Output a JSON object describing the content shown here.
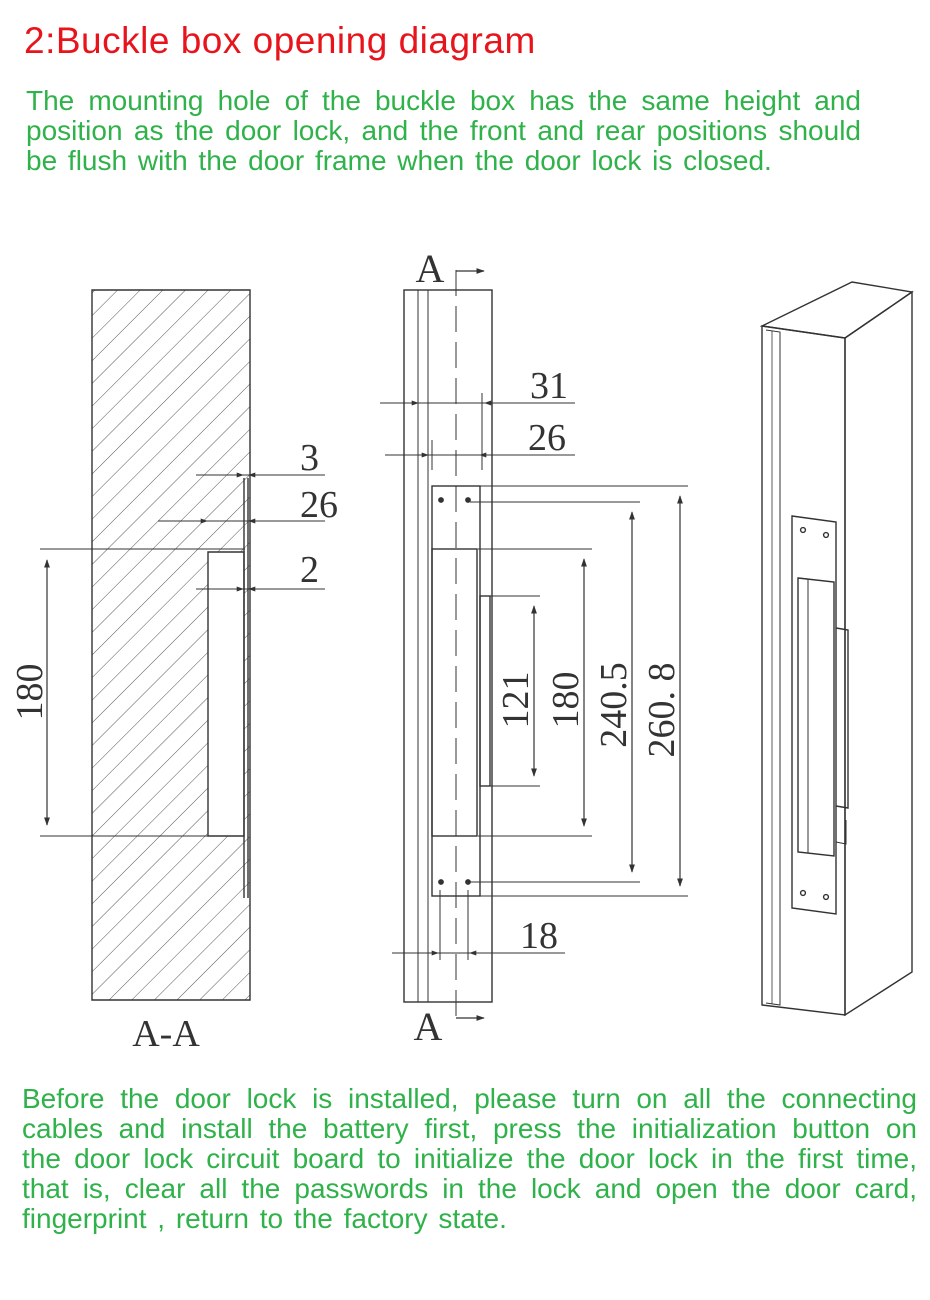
{
  "heading": "2:Buckle box opening diagram",
  "intro": "The mounting hole of the buckle box has the same height and position as the door lock, and the front and rear positions should be flush with the door frame when the door lock is closed.",
  "note": "Before the door lock is installed, please turn on all the connecting cables and install the battery first, press the initialization button on the door lock circuit board to initialize the door lock in the first time, that is, clear all the passwords in the lock and open the door card, fingerprint , return to the factory state.",
  "colors": {
    "heading": "#e8141c",
    "text": "#2fb24a",
    "line": "#333333"
  },
  "section_view": {
    "caption": "A-A",
    "dims": {
      "d3": "3",
      "d26": "26",
      "d2": "2",
      "d180": "180"
    }
  },
  "front_view": {
    "section_mark_top": "A",
    "section_mark_bottom": "A",
    "dims": {
      "d31": "31",
      "d26": "26",
      "d121": "121",
      "d180": "180",
      "d240": "240.5",
      "d260": "260. 8",
      "d18": "18"
    }
  }
}
